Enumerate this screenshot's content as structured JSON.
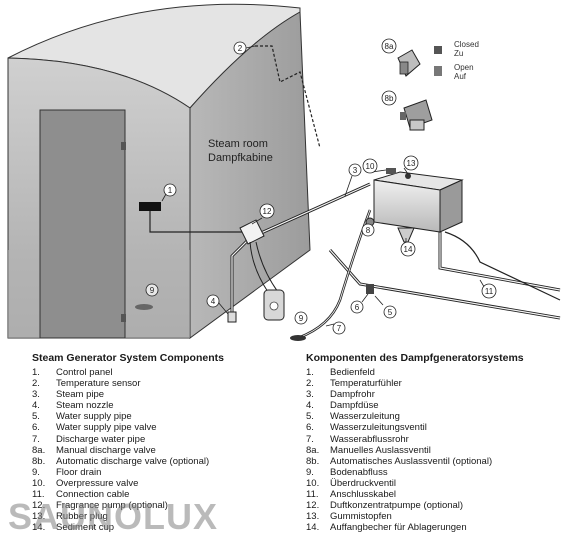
{
  "room_label": {
    "line1": "Steam room",
    "line2": "Dampfkabine"
  },
  "valve_states": {
    "closed": "Closed",
    "zu": "Zu",
    "open": "Open",
    "auf": "Auf"
  },
  "callouts": {
    "c1": "1",
    "c2": "2",
    "c3": "3",
    "c4": "4",
    "c5": "5",
    "c6": "6",
    "c7": "7",
    "c8": "8",
    "c8a": "8a",
    "c8b": "8b",
    "c9a": "9",
    "c9b": "9",
    "c10": "10",
    "c11": "11",
    "c12": "12",
    "c13": "13",
    "c14": "14"
  },
  "components_en": {
    "title": "Steam Generator System Components",
    "items": [
      {
        "n": "1.",
        "t": "Control panel"
      },
      {
        "n": "2.",
        "t": "Temperature sensor"
      },
      {
        "n": "3.",
        "t": "Steam pipe"
      },
      {
        "n": "4.",
        "t": "Steam nozzle"
      },
      {
        "n": "5.",
        "t": "Water supply pipe"
      },
      {
        "n": "6.",
        "t": "Water supply pipe valve"
      },
      {
        "n": "7.",
        "t": "Discharge water pipe"
      },
      {
        "n": "8a.",
        "t": "Manual discharge valve"
      },
      {
        "n": "8b.",
        "t": "Automatic discharge valve (optional)"
      },
      {
        "n": "9.",
        "t": "Floor drain"
      },
      {
        "n": "10.",
        "t": "Overpressure valve"
      },
      {
        "n": "11.",
        "t": "Connection cable"
      },
      {
        "n": "12.",
        "t": "Fragrance pump (optional)"
      },
      {
        "n": "13.",
        "t": "Rubber plug"
      },
      {
        "n": "14.",
        "t": "Sediment cup"
      }
    ]
  },
  "components_de": {
    "title": "Komponenten des Dampfgeneratorsystems",
    "items": [
      {
        "n": "1.",
        "t": "Bedienfeld"
      },
      {
        "n": "2.",
        "t": "Temperaturfühler"
      },
      {
        "n": "3.",
        "t": "Dampfrohr"
      },
      {
        "n": "4.",
        "t": "Dampfdüse"
      },
      {
        "n": "5.",
        "t": "Wasserzuleitung"
      },
      {
        "n": "6.",
        "t": "Wasserzuleitungsventil"
      },
      {
        "n": "7.",
        "t": "Wasserabflussrohr"
      },
      {
        "n": "8a.",
        "t": "Manuelles Auslassventil"
      },
      {
        "n": "8b.",
        "t": "Automatisches Auslassventil (optional)"
      },
      {
        "n": "9.",
        "t": "Bodenabfluss"
      },
      {
        "n": "10.",
        "t": "Überdruckventil"
      },
      {
        "n": "11.",
        "t": "Anschlusskabel"
      },
      {
        "n": "12.",
        "t": "Duftkonzentratpumpe (optional)"
      },
      {
        "n": "13.",
        "t": "Gummistopfen"
      },
      {
        "n": "14.",
        "t": "Auffangbecher für Ablagerungen"
      }
    ]
  },
  "watermark": "SAUNOLUX"
}
